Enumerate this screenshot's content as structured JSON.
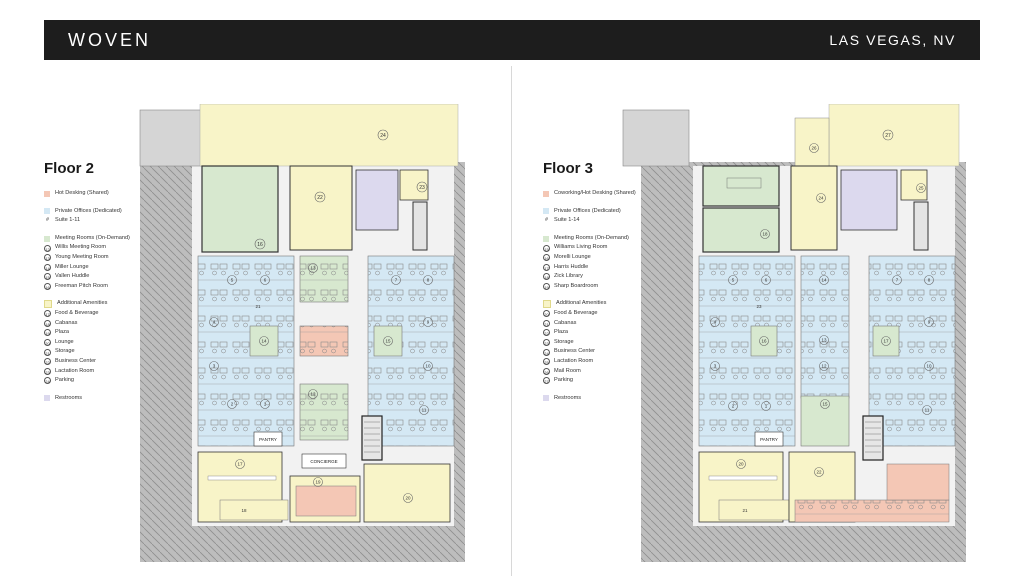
{
  "header": {
    "brand": "WOVEN",
    "city": "LAS VEGAS, NV"
  },
  "colors": {
    "hot_desking": "#f4c7b5",
    "private_office": "#d4e8f4",
    "meeting_room": "#d7e8cf",
    "amenity": "#f8f4c8",
    "restroom": "#dcd9ee"
  },
  "floor2": {
    "title": "Floor 2",
    "legend": {
      "hot": "Hot Desking (Shared)",
      "private": "Private Offices (Dedicated)",
      "suite": {
        "mark": "#",
        "label": "Suite 1-11"
      },
      "meeting": "Meeting Rooms (On-Demand)",
      "meeting_items": [
        {
          "num": "12",
          "label": "Willis Meeting Room"
        },
        {
          "num": "13",
          "label": "Young Meeting Room"
        },
        {
          "num": "14",
          "label": "Miller Lounge"
        },
        {
          "num": "15",
          "label": "Vallen Huddle"
        },
        {
          "num": "16",
          "label": "Freeman Pitch Room"
        }
      ],
      "amenity": "Additional Amenities",
      "amenity_items": [
        {
          "num": "17",
          "label": "Food & Beverage"
        },
        {
          "num": "18",
          "label": "Cabanas"
        },
        {
          "num": "19",
          "label": "Plaza"
        },
        {
          "num": "20",
          "label": "Lounge"
        },
        {
          "num": "21",
          "label": "Storage"
        },
        {
          "num": "22",
          "label": "Business Center"
        },
        {
          "num": "23",
          "label": "Lactation Room"
        },
        {
          "num": "24",
          "label": "Parking"
        }
      ],
      "restroom": "Restrooms"
    },
    "plan": {
      "top_area": "24",
      "business": "22",
      "lactation": "23",
      "pitch": "16",
      "suites": [
        "5",
        "6",
        "13",
        "7",
        "8",
        "4",
        "9",
        "14",
        "15",
        "3",
        "10",
        "2",
        "1",
        "12",
        "11"
      ],
      "storage": "21",
      "pantry": "PANTRY",
      "concierge": "CONCIERGE",
      "food": "17",
      "cabanas": "18",
      "plaza": "19",
      "lounge": "20"
    }
  },
  "floor3": {
    "title": "Floor 3",
    "legend": {
      "hot": "Coworking/Hot Desking (Shared)",
      "private": "Private Offices (Dedicated)",
      "suite": {
        "mark": "#",
        "label": "Suite 1-14"
      },
      "meeting": "Meeting Rooms (On-Demand)",
      "meeting_items": [
        {
          "num": "15",
          "label": "Williams Living Room"
        },
        {
          "num": "16",
          "label": "Morelli Lounge"
        },
        {
          "num": "17",
          "label": "Harris Huddle"
        },
        {
          "num": "18",
          "label": "Zick Library"
        },
        {
          "num": "19",
          "label": "Sharp Boardroom"
        }
      ],
      "amenity": "Additional Amenities",
      "amenity_items": [
        {
          "num": "20",
          "label": "Food & Beverage"
        },
        {
          "num": "21",
          "label": "Cabanas"
        },
        {
          "num": "22",
          "label": "Plaza"
        },
        {
          "num": "23",
          "label": "Storage"
        },
        {
          "num": "24",
          "label": "Business Center"
        },
        {
          "num": "25",
          "label": "Lactation Room"
        },
        {
          "num": "26",
          "label": "Mail Room"
        },
        {
          "num": "27",
          "label": "Parking"
        }
      ],
      "restroom": "Restrooms"
    },
    "plan": {
      "top_area": "27",
      "mail": "26",
      "business": "24",
      "lactation": "25",
      "boardroom": "19",
      "library": "18",
      "suites": [
        "5",
        "6",
        "14",
        "7",
        "8",
        "4",
        "16",
        "17",
        "3",
        "13",
        "12",
        "9",
        "10",
        "2",
        "1",
        "15",
        "11"
      ],
      "storage": "23",
      "pantry": "PANTRY",
      "food": "20",
      "cabanas": "21",
      "plaza": "22"
    }
  }
}
